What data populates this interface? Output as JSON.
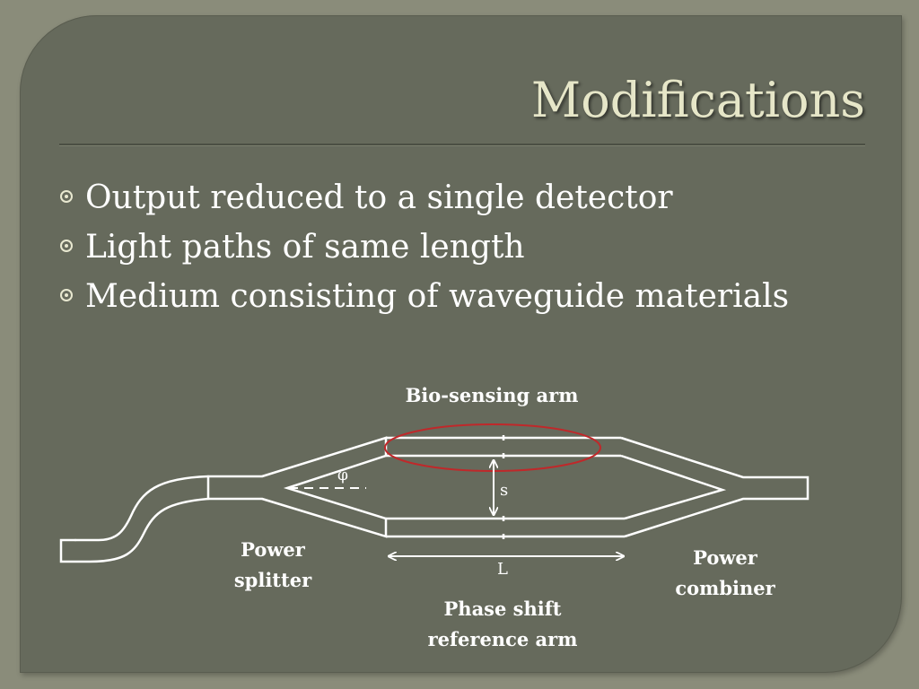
{
  "slide": {
    "title": "Modifications",
    "bullets": [
      "Output reduced to a single detector",
      "Light paths of same length",
      "Medium consisting of waveguide materials"
    ]
  },
  "diagram": {
    "labels": {
      "bio_sensing_arm": "Bio-sensing  arm",
      "power_splitter": "Power\nsplitter",
      "power_combiner": "Power\ncombiner",
      "reference_arm": "Phase shift\nreference arm",
      "separation_symbol": "s",
      "length_symbol": "L",
      "angle_symbol": "φ"
    },
    "colors": {
      "waveguide": "#ffffff",
      "highlight_ellipse": "#c0282a",
      "background": "#666a5c",
      "title": "#e6e6c8"
    }
  }
}
